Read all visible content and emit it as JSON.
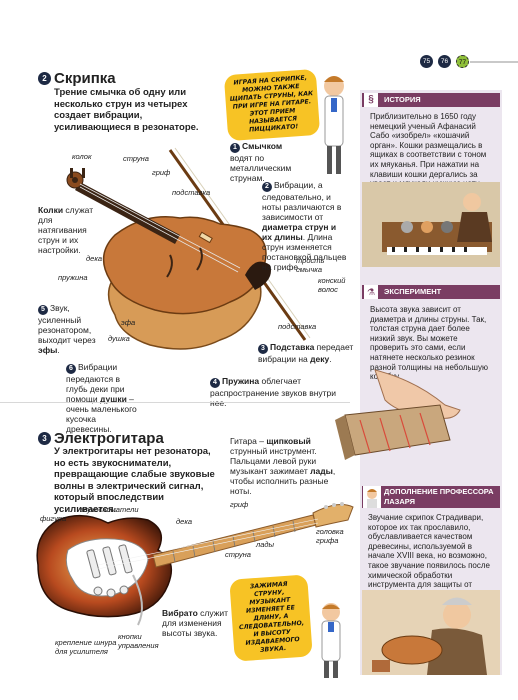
{
  "page": {
    "numbers": [
      "75",
      "76",
      "77"
    ]
  },
  "violin": {
    "section_num": "2",
    "title": "Скрипка",
    "intro": "Трение смычка об одну или несколько струн из четырех создает вибрации, усиливающиеся в резонаторе.",
    "labels": {
      "kolok": "колок",
      "struna": "струна",
      "grif": "гриф",
      "podstavka_top": "подставка",
      "deka": "дека",
      "pruzhina": "пружина",
      "efa": "эфа",
      "dushka": "душка",
      "trost": "трость смычка",
      "konsky_volos": "конский волос",
      "podstavka_bottom": "подставка"
    },
    "notes": {
      "koli_term": "Колки",
      "koli_rest": " служат для натягивания струн и их настройки.",
      "n1_num": "1",
      "n1_term": "Смычком",
      "n1_rest": " водят по металлическим струнам.",
      "n2_num": "2",
      "n2_pre": "Вибрации, а следовательно, и ноты различаются в зависимости от ",
      "n2_term": "диаметра струн и их длины",
      "n2_rest": ". Длина струн изменяется постановкой пальцев на грифе.",
      "n3_num": "3",
      "n3_term": "Подставка",
      "n3_mid": " передает вибрации на ",
      "n3_term2": "деку",
      "n3_end": ".",
      "n4_num": "4",
      "n4_term": "Пружина",
      "n4_rest": " облегчает распространение звуков внутри нее.",
      "n5_num": "5",
      "n5_pre": "Звук, усиленный резонатором, выходит через ",
      "n5_term": "эфы",
      "n5_end": ".",
      "n6_num": "6",
      "n6_pre": "Вибрации передаются в глубь деки при помощи ",
      "n6_term": "душки",
      "n6_rest": " – очень маленького кусочка древесины."
    },
    "bubble": "ИГРАЯ НА СКРИПКЕ, МОЖНО ТАКЖЕ ЩИПАТЬ СТРУНЫ, КАК ПРИ ИГРЕ НА ГИТАРЕ. ЭТОТ ПРИЕМ НАЗЫВАЕТСЯ ПИЦЦИКАТО!"
  },
  "history": {
    "title": "ИСТОРИЯ",
    "text": "Приблизительно в 1650 году немецкий ученый Афанасий Сабо «изобрел» «кошачий орган». Кошки размещались в ящиках в соответствии с тоном их мяуканья. При нажатии на клавиши кошки дергались за хвост и мяукали нужную ноту."
  },
  "experiment": {
    "title": "ЭКСПЕРИМЕНТ",
    "text": "Высота звука зависит от диаметра и длины струны. Так, толстая струна дает более низкий звук. Вы можете проверить это сами, если натянете несколько резинок разной толщины на небольшую коробку."
  },
  "guitar": {
    "section_num": "3",
    "title": "Электрогитара",
    "intro": "У электрогитары нет резонатора, но есть звукосниматели, превращающие слабые звуковые волны в электрический сигнал, который впоследствии усиливается.",
    "side_pre": "Гитара – ",
    "side_term": "щипковый",
    "side_mid": " струнный инструмент. Пальцами левой руки музыкант зажимает ",
    "side_term2": "лады",
    "side_end": ", чтобы исполнить разные ноты.",
    "labels": {
      "zvukosnimateli": "звукосниматели",
      "figura": "фигура",
      "deka": "дека",
      "grif": "гриф",
      "golovka": "головка грифа",
      "lady": "лады",
      "struna": "струна",
      "kreplenie": "крепление шнура для усилителя",
      "knopki": "кнопки управления"
    },
    "vibrato_term": "Вибрато",
    "vibrato_rest": " служит для изменения высоты звука.",
    "bubble": "ЗАЖИМАЯ СТРУНУ, МУЗЫКАНТ ИЗМЕНЯЕТ ЕЕ ДЛИНУ, А СЛЕДОВАТЕЛЬНО, И ВЫСОТУ ИЗДАВАЕМОГО ЗВУКА."
  },
  "professor": {
    "title": "ДОПОЛНЕНИЕ ПРОФЕССОРА ЛАЗАРЯ",
    "text": "Звучание скрипок Страдивари, которое их так прославило, обуславливается качеством древесины, используемой в начале XVIII века, но возможно, такое звучание появилось после химической обработки инструмента для защиты от плесени."
  },
  "colors": {
    "panel_bg": "#ece6ef",
    "panel_title": "#7a3d63",
    "accent_yellow": "#f7c325",
    "navy": "#1e2a44"
  }
}
